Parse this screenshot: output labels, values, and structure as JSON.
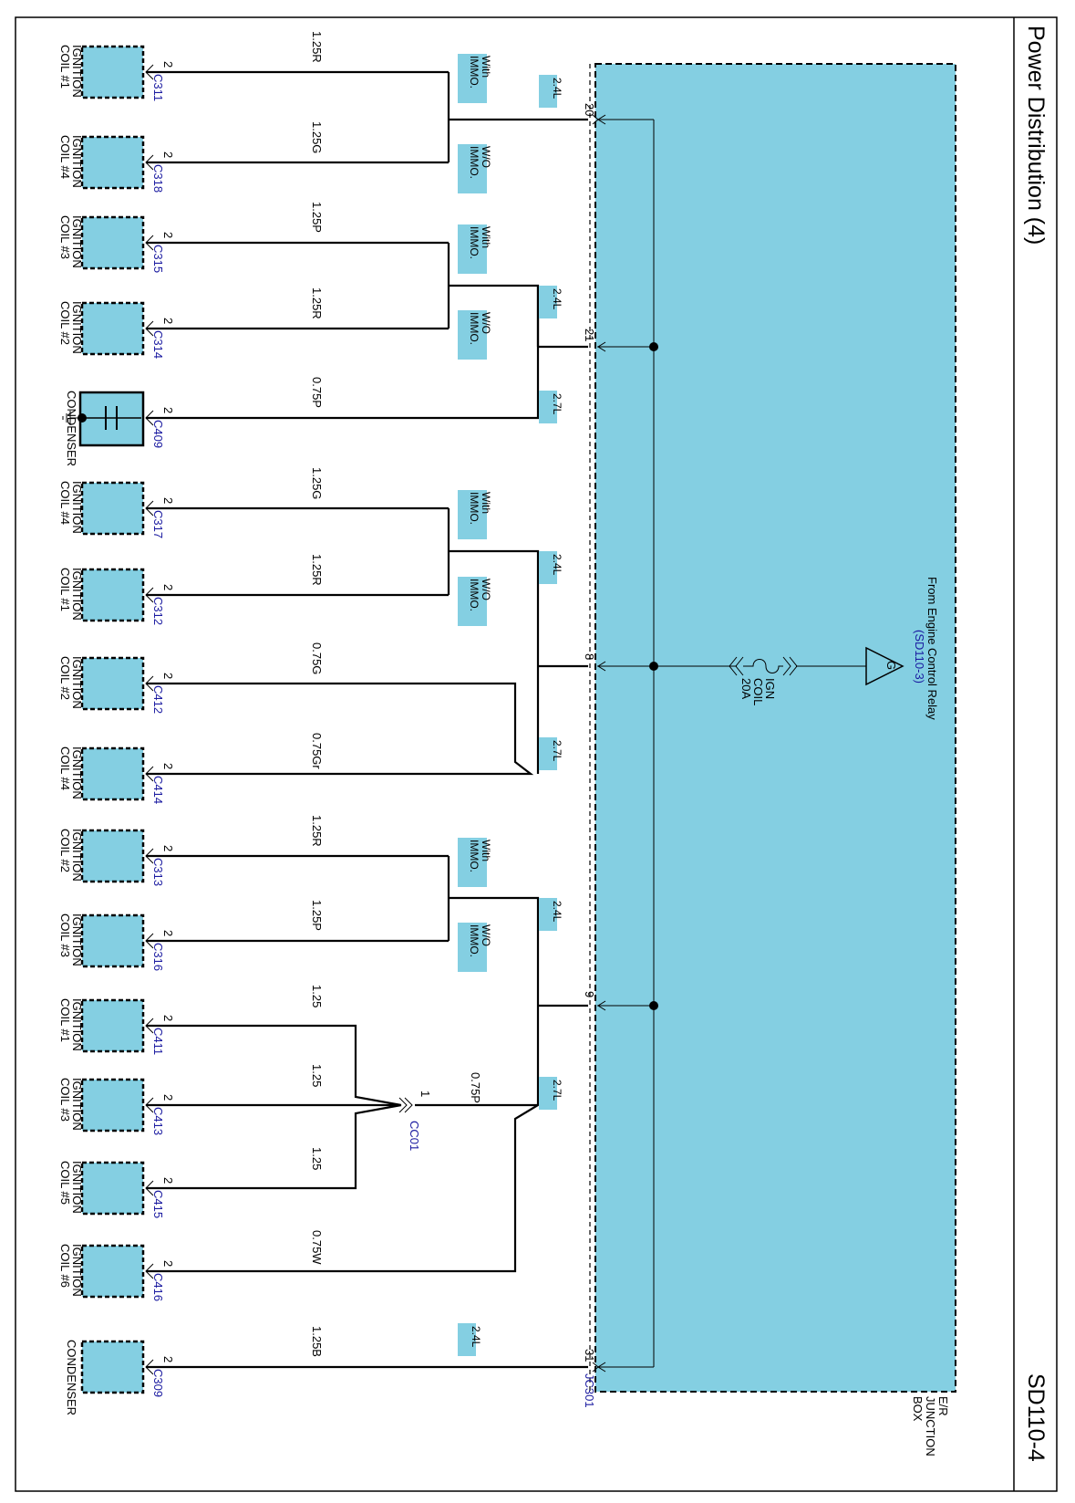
{
  "header": {
    "title": "Power Distribution (4)",
    "code": "SD110-4"
  },
  "junction_box": {
    "label_lines": [
      "E/R",
      "JUNCTION",
      "BOX"
    ],
    "color": "#84cfe2"
  },
  "relay": {
    "symbol": "G",
    "text": "From Engine Control Relay",
    "ref": "(SD110-3)"
  },
  "fuse": {
    "lines": [
      "IGN",
      "COIL",
      "20A"
    ]
  },
  "terminals": {
    "t20": "20",
    "t21": "21",
    "t8": "8",
    "t9": "9",
    "t31": "31",
    "jc301": "JC301"
  },
  "immo": {
    "with": [
      "With",
      "IMMO."
    ],
    "without": [
      "W/O",
      "IMMO."
    ]
  },
  "splice_badges": {
    "b1": "2.4L",
    "b2": "2.4L",
    "b3": "2.7L",
    "b4": "2.4L",
    "b5": "2.7L",
    "b6": "2.4L",
    "b7": "2.7L",
    "b8": "2.4L"
  },
  "joint": {
    "pin": "1",
    "name": "CC01",
    "wire": "0.75P"
  },
  "rows": [
    {
      "component": [
        "IGNITION",
        "COIL #1"
      ],
      "pin": "2",
      "connector": "C311",
      "wire": "1.25R"
    },
    {
      "component": [
        "IGNITION",
        "COIL #4"
      ],
      "pin": "2",
      "connector": "C318",
      "wire": "1.25G"
    },
    {
      "component": [
        "IGNITION",
        "COIL #3"
      ],
      "pin": "2",
      "connector": "C315",
      "wire": "1.25P"
    },
    {
      "component": [
        "IGNITION",
        "COIL #2"
      ],
      "pin": "2",
      "connector": "C314",
      "wire": "1.25R"
    },
    {
      "component": [
        "CONDENSER"
      ],
      "pin": "2",
      "connector": "C409",
      "wire": "0.75P"
    },
    {
      "component": [
        "IGNITION",
        "COIL #4"
      ],
      "pin": "2",
      "connector": "C317",
      "wire": "1.25G"
    },
    {
      "component": [
        "IGNITION",
        "COIL #1"
      ],
      "pin": "2",
      "connector": "C312",
      "wire": "1.25R"
    },
    {
      "component": [
        "IGNITION",
        "COIL #2"
      ],
      "pin": "2",
      "connector": "C412",
      "wire": "0.75G"
    },
    {
      "component": [
        "IGNITION",
        "COIL #4"
      ],
      "pin": "2",
      "connector": "C414",
      "wire": "0.75Gr"
    },
    {
      "component": [
        "IGNITION",
        "COIL #2"
      ],
      "pin": "2",
      "connector": "C313",
      "wire": "1.25R"
    },
    {
      "component": [
        "IGNITION",
        "COIL #3"
      ],
      "pin": "2",
      "connector": "C316",
      "wire": "1.25P"
    },
    {
      "component": [
        "IGNITION",
        "COIL #1"
      ],
      "pin": "2",
      "connector": "C411",
      "wire": "1.25"
    },
    {
      "component": [
        "IGNITION",
        "COIL #3"
      ],
      "pin": "2",
      "connector": "C413",
      "wire": "1.25"
    },
    {
      "component": [
        "IGNITION",
        "COIL #5"
      ],
      "pin": "2",
      "connector": "C415",
      "wire": "1.25"
    },
    {
      "component": [
        "IGNITION",
        "COIL #6"
      ],
      "pin": "2",
      "connector": "C416",
      "wire": "0.75W"
    },
    {
      "component": [
        "CONDENSER"
      ],
      "pin": "2",
      "connector": "C309",
      "wire": "1.25B"
    }
  ]
}
